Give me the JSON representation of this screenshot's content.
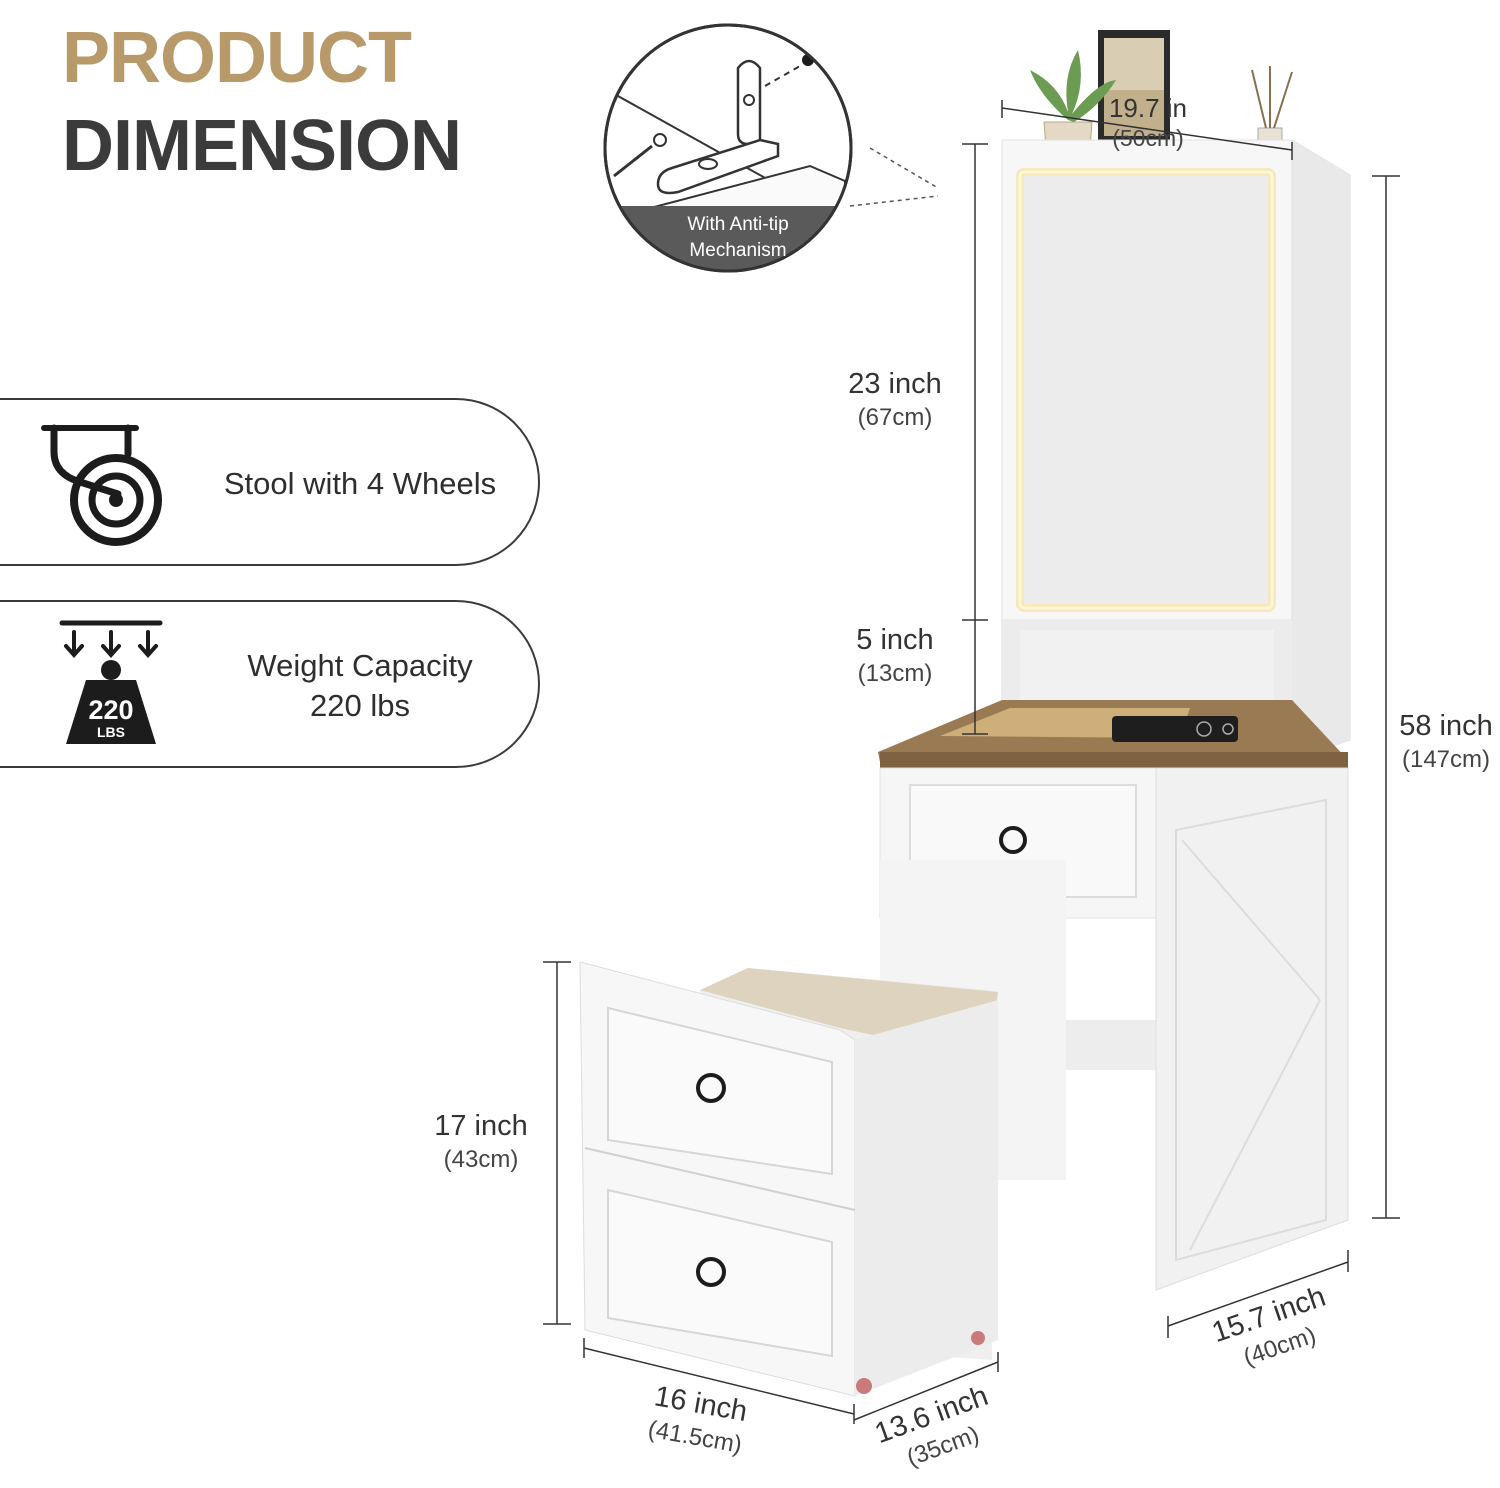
{
  "header": {
    "title_line1": "PRODUCT",
    "title_line2": "DIMENSION"
  },
  "colors": {
    "accent_gold": "#b89a6a",
    "dark_text": "#3b3b3b",
    "wood": "#9a7a52",
    "white_panel": "#f7f7f7"
  },
  "features": [
    {
      "icon": "caster-wheel-icon",
      "label": "Stool with 4 Wheels"
    },
    {
      "icon": "weight-icon",
      "label_line1": "Weight Capacity",
      "label_line2": "220 lbs",
      "badge_value": "220",
      "badge_unit": "LBS"
    }
  ],
  "callout": {
    "label_line1": "With Anti-tip",
    "label_line2": "Mechanism"
  },
  "dimensions": {
    "top_width": {
      "main": "19.7 in",
      "sub": "(50cm)"
    },
    "mirror_height": {
      "main": "23 inch",
      "sub": "(67cm)"
    },
    "shelf_height": {
      "main": "5 inch",
      "sub": "(13cm)"
    },
    "total_height": {
      "main": "58 inch",
      "sub": "(147cm)"
    },
    "stool_height": {
      "main": "17 inch",
      "sub": "(43cm)"
    },
    "vanity_depth": {
      "main": "15.7 inch",
      "sub": "(40cm)"
    },
    "stool_width": {
      "main": "16 inch",
      "sub": "(41.5cm)"
    },
    "stool_depth": {
      "main": "13.6 inch",
      "sub": "(35cm)"
    }
  }
}
